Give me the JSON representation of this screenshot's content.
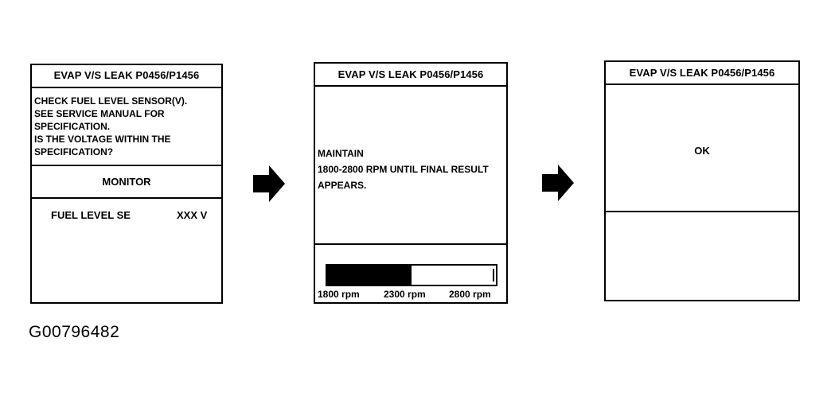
{
  "screen1": {
    "title": "EVAP V/S LEAK P0456/P1456",
    "question_lines": [
      "CHECK FUEL LEVEL SENSOR(V).",
      "SEE SERVICE MANUAL FOR",
      "SPECIFICATION.",
      "IS THE VOLTAGE WITHIN THE",
      "SPECIFICATION?"
    ],
    "monitor_heading": "MONITOR",
    "reading_label": "FUEL LEVEL SE",
    "reading_value": "XXX V"
  },
  "screen2": {
    "title": "EVAP V/S LEAK P0456/P1456",
    "message_lines": [
      "MAINTAIN",
      "1800-2800 RPM UNTIL FINAL RESULT",
      "APPEARS."
    ],
    "gauge_fill_fraction": 0.5,
    "ticks": [
      "1800 rpm",
      "2300 rpm",
      "2800 rpm"
    ]
  },
  "screen3": {
    "title": "EVAP V/S LEAK P0456/P1456",
    "result": "OK"
  },
  "figure_id": "G00796482",
  "colors": {
    "ink": "#000000",
    "background": "#ffffff"
  },
  "icons": {
    "arrow1": "arrow-right-icon",
    "arrow2": "arrow-right-icon"
  }
}
